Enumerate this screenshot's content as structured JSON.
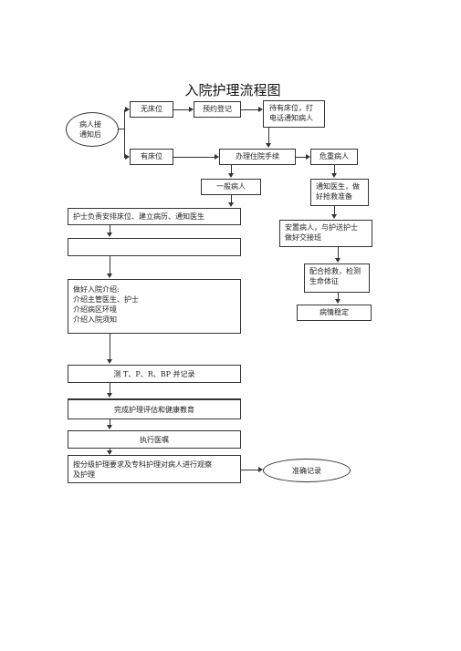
{
  "title": "入院护理流程图",
  "nodes": {
    "notify": [
      "病人接",
      "通知后"
    ],
    "no_bed": "无床位",
    "reserve": "预约登记",
    "wait_bed": [
      "待有床位，打",
      "电话通知病人"
    ],
    "has_bed": "有床位",
    "admission": "办理住院手续",
    "critical": "危重病人",
    "general": "一般病人",
    "notify_doctor": [
      "通知医生，做",
      "好抢救准备"
    ],
    "nurse_arrange": "护士负责安排床位、建立病历、通知医生",
    "blank": "",
    "place_patient": [
      "安置病人，与护送护士",
      "做好交接班"
    ],
    "rescue": [
      "配合抢救，检测",
      "生命体征"
    ],
    "intro": [
      "做好入院介绍:",
      "介绍主管医生、护士",
      "介绍病区环境",
      "介绍入院须知"
    ],
    "stable": "病情稳定",
    "vitals": "测 T、P、R、BP 并记录",
    "assessment": "完成护理评估和健康教育",
    "orders": "执行医嘱",
    "care": [
      "按分级护理要求及专科护理对病人进行观察",
      "及护理"
    ],
    "record": "准确记录"
  }
}
